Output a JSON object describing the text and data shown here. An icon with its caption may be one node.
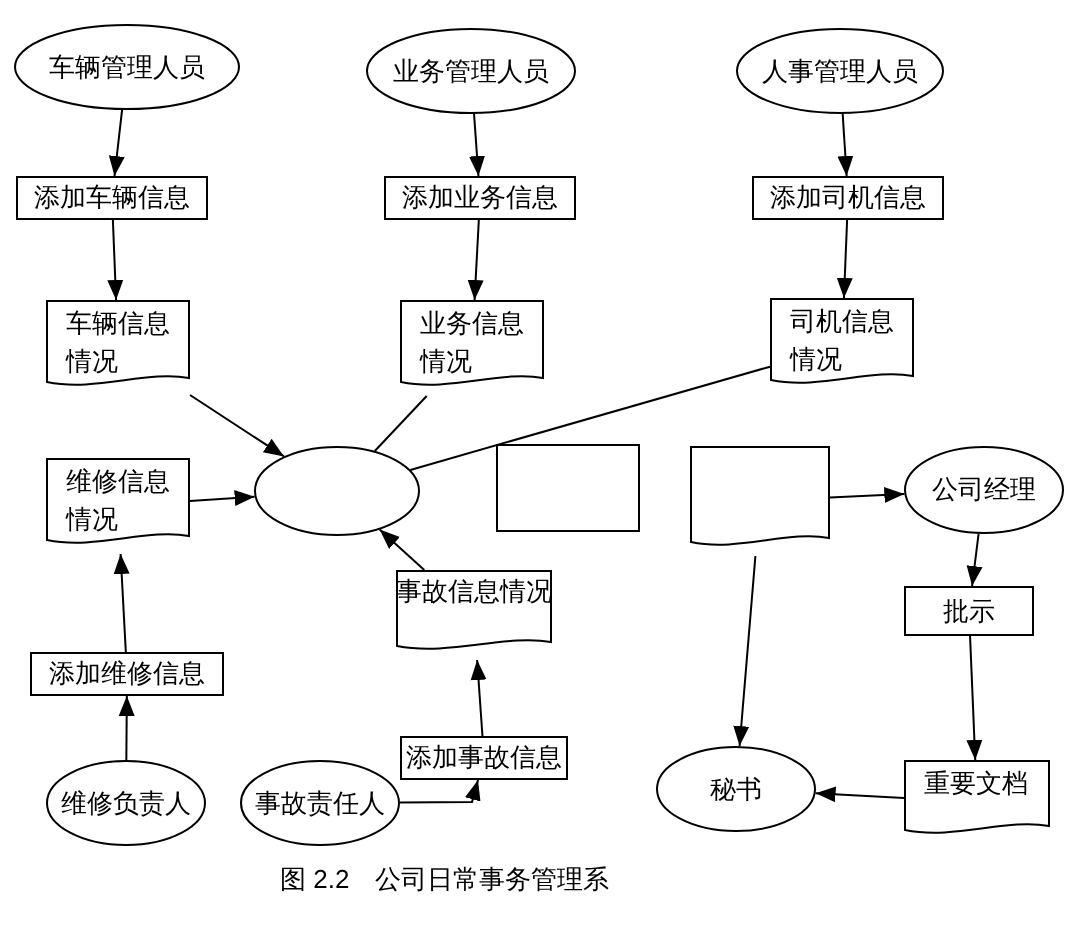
{
  "diagram": {
    "caption": "图 2.2　公司日常事务管理系",
    "nodes": [
      {
        "text": [
          "车辆管理人员"
        ]
      },
      {
        "text": [
          "业务管理人员"
        ]
      },
      {
        "text": [
          "人事管理人员"
        ]
      },
      {
        "text": [
          "添加车辆信息"
        ]
      },
      {
        "text": [
          "添加业务信息"
        ]
      },
      {
        "text": [
          "添加司机信息"
        ]
      },
      {
        "text": [
          "车辆信息情况"
        ]
      },
      {
        "text": [
          "业务信息情况"
        ]
      },
      {
        "text": [
          "司机信息情况"
        ]
      },
      {
        "text": [
          "维修信息情况"
        ]
      },
      {
        "text": [],
        "shape": "circle"
      },
      {
        "text": [],
        "shape": "box"
      },
      {
        "text": [],
        "shape": "document"
      },
      {
        "text": [
          "公司经理"
        ]
      },
      {
        "text": [
          "事故信息情况"
        ]
      },
      {
        "text": [
          "批示"
        ]
      },
      {
        "text": [
          "添加维修信息"
        ]
      },
      {
        "text": [
          "添加事故信息"
        ]
      },
      {
        "text": [
          "秘书"
        ]
      },
      {
        "text": [
          "重要文档"
        ]
      },
      {
        "text": [
          "维修负责人"
        ]
      },
      {
        "text": [
          "事故责任人"
        ]
      }
    ],
    "edges": [
      {
        "from": 0,
        "to": 3,
        "arrow": "to"
      },
      {
        "from": 1,
        "to": 4,
        "arrow": "to"
      },
      {
        "from": 2,
        "to": 5,
        "arrow": "to"
      },
      {
        "from": 3,
        "to": 6,
        "arrow": "to"
      },
      {
        "from": 4,
        "to": 7,
        "arrow": "to"
      },
      {
        "from": 5,
        "to": 8,
        "arrow": "to"
      },
      {
        "from": 6,
        "to": 10,
        "arrow": "to"
      },
      {
        "from": 7,
        "to": 10,
        "arrow": "none"
      },
      {
        "from": 8,
        "to": 10,
        "arrow": "none"
      },
      {
        "from": 9,
        "to": 10,
        "arrow": "to"
      },
      {
        "from": 14,
        "to": 10,
        "arrow": "to"
      },
      {
        "from": 12,
        "to": 13,
        "arrow": "to"
      },
      {
        "from": 12,
        "to": 18,
        "arrow": "to"
      },
      {
        "from": 13,
        "to": 15,
        "arrow": "to"
      },
      {
        "from": 15,
        "to": 19,
        "arrow": "to"
      },
      {
        "from": 19,
        "to": 18,
        "arrow": "to"
      },
      {
        "from": 16,
        "to": 9,
        "arrow": "to"
      },
      {
        "from": 20,
        "to": 16,
        "arrow": "to"
      },
      {
        "from": 17,
        "to": 14,
        "arrow": "to"
      },
      {
        "from": 21,
        "to": 17,
        "arrow": "to"
      }
    ]
  }
}
